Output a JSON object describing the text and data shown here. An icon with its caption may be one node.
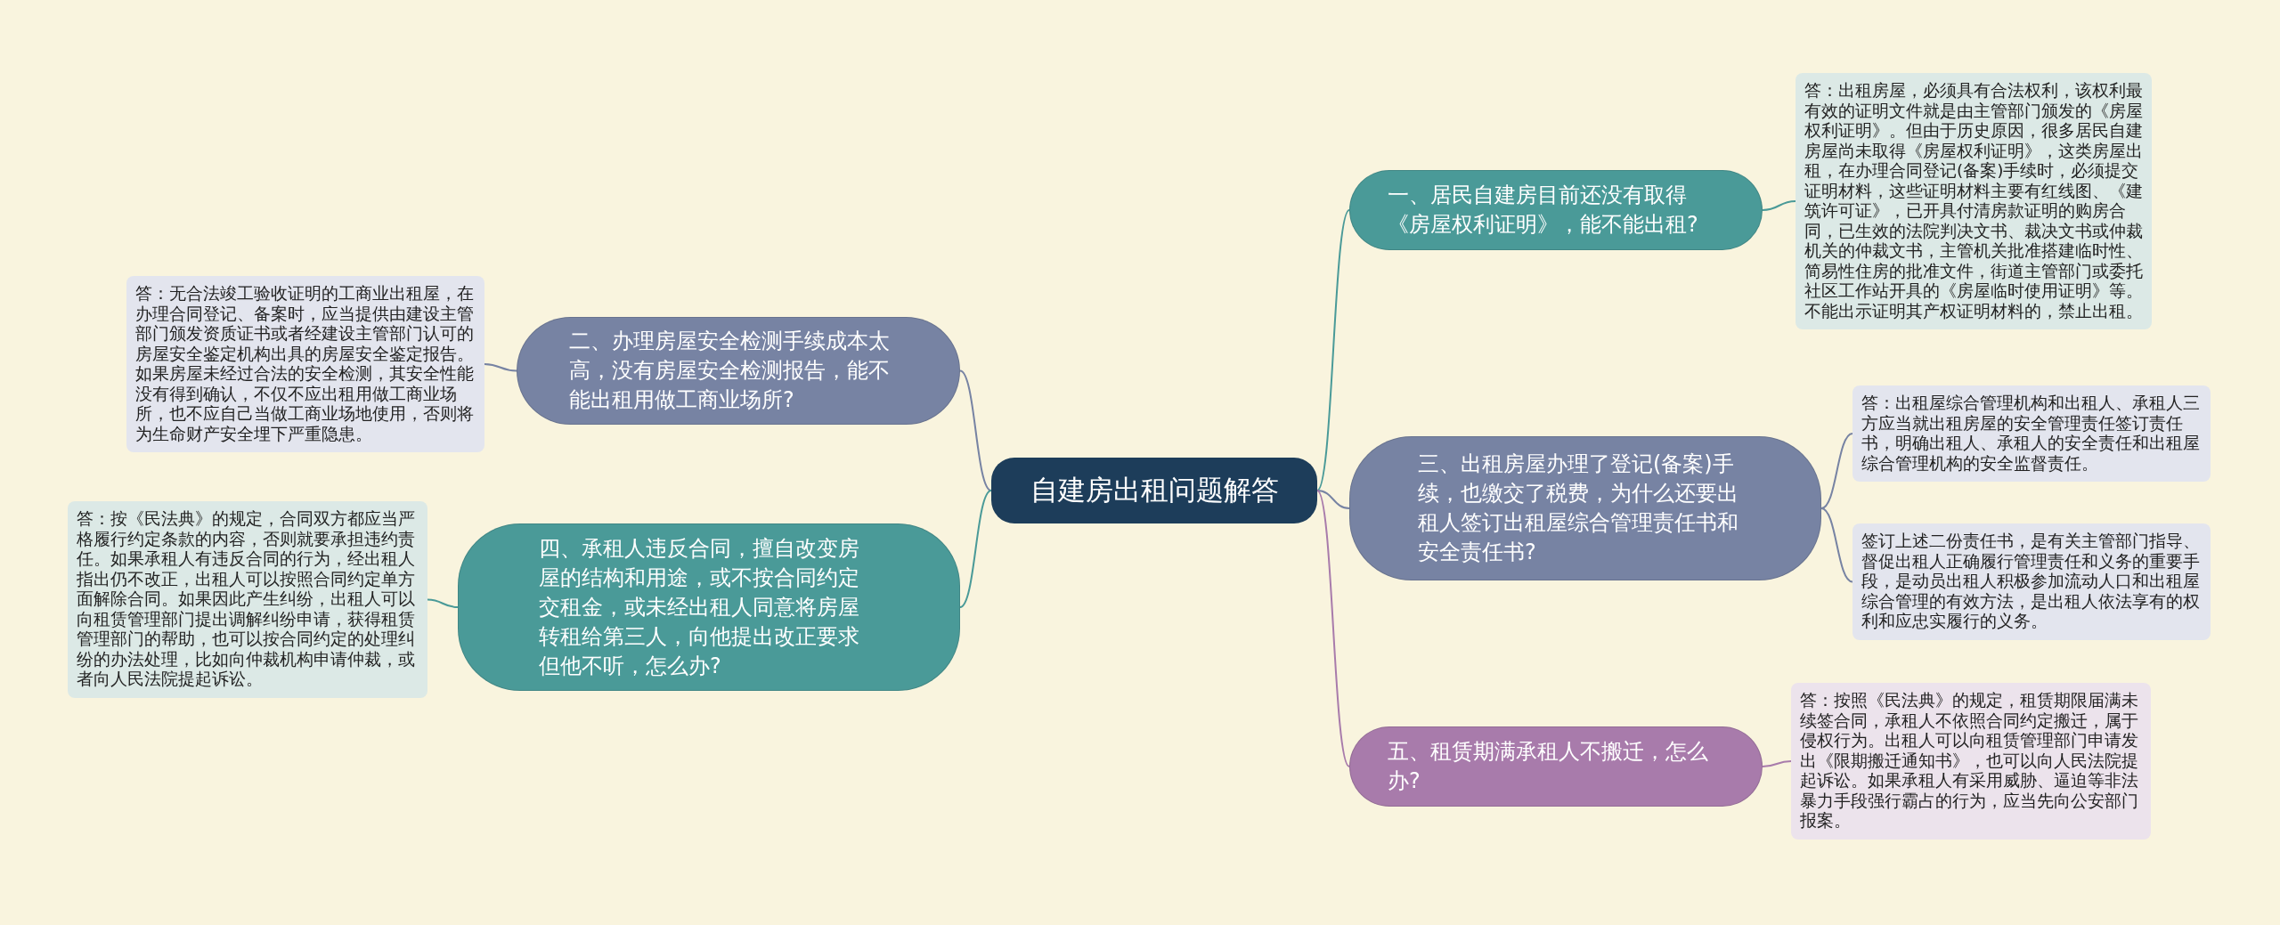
{
  "diagram": {
    "nodes": [
      {
        "text": [
          "自建房出租问题解答"
        ]
      },
      {
        "text": [
          "一、居民自建房目前还没有取得《房屋权利证明》，能不能出租?"
        ]
      },
      {
        "text": [
          "答：出租房屋，必须具有合法权利，该权利最有效的证明文件就是由主管部门颁发的《房屋权利证明》。但由于历史原因，很多居民自建房屋尚未取得《房屋权利证明》，这类房屋出租，在办理合同登记(备案)手续时，必须提交证明材料，这些证明材料主要有红线图、《建筑许可证》，已开具付清房款证明的购房合同，已生效的法院判决文书、裁决文书或仲裁机关的仲裁文书，主管机关批准搭建临时性、简易性住房的批准文件，街道主管部门或委托社区工作站开具的《房屋临时使用证明》等。不能出示证明其产权证明材料的，禁止出租。"
        ]
      },
      {
        "text": [
          "二、办理房屋安全检测手续成本太高，没有房屋安全检测报告，能不能出租用做工商业场所?"
        ]
      },
      {
        "text": [
          "答：无合法竣工验收证明的工商业出租屋，在办理合同登记、备案时，应当提供由建设主管部门颁发资质证书或者经建设主管部门认可的房屋安全鉴定机构出具的房屋安全鉴定报告。如果房屋未经过合法的安全检测，其安全性能没有得到确认，不仅不应出租用做工商业场所，也不应自己当做工商业场地使用，否则将为生命财产安全埋下严重隐患。"
        ]
      },
      {
        "text": [
          "三、出租房屋办理了登记(备案)手续，也缴交了税费，为什么还要出租人签订出租屋综合管理责任书和安全责任书?"
        ]
      },
      {
        "text": [
          "答：出租屋综合管理机构和出租人、承租人三方应当就出租房屋的安全管理责任签订责任书，明确出租人、承租人的安全责任和出租屋综合管理机构的安全监督责任。"
        ]
      },
      {
        "text": [
          "签订上述二份责任书，是有关主管部门指导、督促出租人正确履行管理责任和义务的重要手段，是动员出租人积极参加流动人口和出租屋综合管理的有效方法，是出租人依法享有的权利和应忠实履行的义务。"
        ]
      },
      {
        "text": [
          "四、承租人违反合同，擅自改变房屋的结构和用途，或不按合同约定交租金，或未经出租人同意将房屋转租给第三人，向他提出改正要求但他不听，怎么办?"
        ]
      },
      {
        "text": [
          "答：按《民法典》的规定，合同双方都应当严格履行约定条款的内容，否则就要承担违约责任。如果承租人有违反合同的行为，经出租人指出仍不改正，出租人可以按照合同约定单方面解除合同。如果因此产生纠纷，出租人可以向租赁管理部门提出调解纠纷申请，获得租赁管理部门的帮助，也可以按合同约定的处理纠纷的办法处理，比如向仲裁机构申请仲裁，或者向人民法院提起诉讼。"
        ]
      },
      {
        "text": [
          "五、租赁期满承租人不搬迁，怎么办?"
        ]
      },
      {
        "text": [
          "答：按照《民法典》的规定，租赁期限届满未续签合同，承租人不依照合同约定搬迁，属于侵权行为。出租人可以向租赁管理部门申请发出《限期搬迁通知书》，也可以向人民法院提起诉讼。如果承租人有采用威胁、逼迫等非法暴力手段强行霸占的行为，应当先向公安部门报案。"
        ]
      }
    ],
    "edges": [
      {
        "from": 0,
        "to": 1,
        "arrow": "none",
        "color": "#4a9a98"
      },
      {
        "from": 0,
        "to": 3,
        "arrow": "none",
        "color": "#7783a3"
      },
      {
        "from": 0,
        "to": 5,
        "arrow": "none",
        "color": "#7783a3"
      },
      {
        "from": 0,
        "to": 8,
        "arrow": "none",
        "color": "#4a9a98"
      },
      {
        "from": 0,
        "to": 10,
        "arrow": "none",
        "color": "#a87bab"
      },
      {
        "from": 1,
        "to": 2,
        "arrow": "none",
        "color": "#4a9a98"
      },
      {
        "from": 3,
        "to": 4,
        "arrow": "none",
        "color": "#7783a3"
      },
      {
        "from": 5,
        "to": 6,
        "arrow": "none",
        "color": "#7783a3"
      },
      {
        "from": 5,
        "to": 7,
        "arrow": "none",
        "color": "#7783a3"
      },
      {
        "from": 8,
        "to": 9,
        "arrow": "none",
        "color": "#4a9a98"
      },
      {
        "from": 10,
        "to": 11,
        "arrow": "none",
        "color": "#a87bab"
      }
    ]
  }
}
